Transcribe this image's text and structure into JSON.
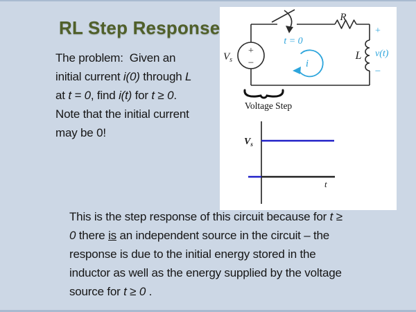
{
  "slide": {
    "title": "RL Step Response",
    "problem_segments": [
      {
        "text": "The problem:  Given an"
      },
      {
        "br": true
      },
      {
        "text": "initial current "
      },
      {
        "text": "i(0)",
        "italic": true
      },
      {
        "text": " through "
      },
      {
        "text": "L",
        "italic": true
      },
      {
        "br": true
      },
      {
        "text": "at "
      },
      {
        "text": "t = 0",
        "italic": true
      },
      {
        "text": ", find "
      },
      {
        "text": "i(t)",
        "italic": true
      },
      {
        "text": " for "
      },
      {
        "text": "t ≥ 0",
        "italic": true
      },
      {
        "text": "."
      },
      {
        "br": true
      },
      {
        "text": "Note that the initial current"
      },
      {
        "br": true
      },
      {
        "text": "may be 0!"
      }
    ],
    "explanation_segments": [
      {
        "text": "This is the step response of this circuit because for "
      },
      {
        "text": "t ≥",
        "italic": true
      },
      {
        "br": true
      },
      {
        "text": "0",
        "italic": true
      },
      {
        "text": " there "
      },
      {
        "text": "is",
        "underline": true
      },
      {
        "text": " an independent source in the circuit – the"
      },
      {
        "br": true
      },
      {
        "text": "response is due to the initial energy stored in the"
      },
      {
        "br": true
      },
      {
        "text": "inductor as well as the energy supplied by the voltage"
      },
      {
        "br": true
      },
      {
        "text": "source for "
      },
      {
        "text": "t ≥ 0",
        "italic": true
      },
      {
        "text": " ."
      }
    ]
  },
  "circuit": {
    "source_label": "V",
    "source_sub": "s",
    "source_plus": "+",
    "source_minus": "−",
    "switch_time_label": "t = 0",
    "resistor_label": "R",
    "inductor_label": "L",
    "inductor_voltage_label": "v(t)",
    "polarity_plus": "+",
    "polarity_minus": "−",
    "current_label": "i",
    "brace_label": "Voltage Step"
  },
  "graph": {
    "y_label": "V",
    "y_label_sub": "s",
    "x_label": "t"
  },
  "colors": {
    "background": "#ccd7e5",
    "title_olive": "#50602a",
    "accent_cyan": "#2da5dc",
    "step_blue": "#2121c8",
    "line_dark": "#2b2b2b",
    "panel_white": "#ffffff"
  }
}
